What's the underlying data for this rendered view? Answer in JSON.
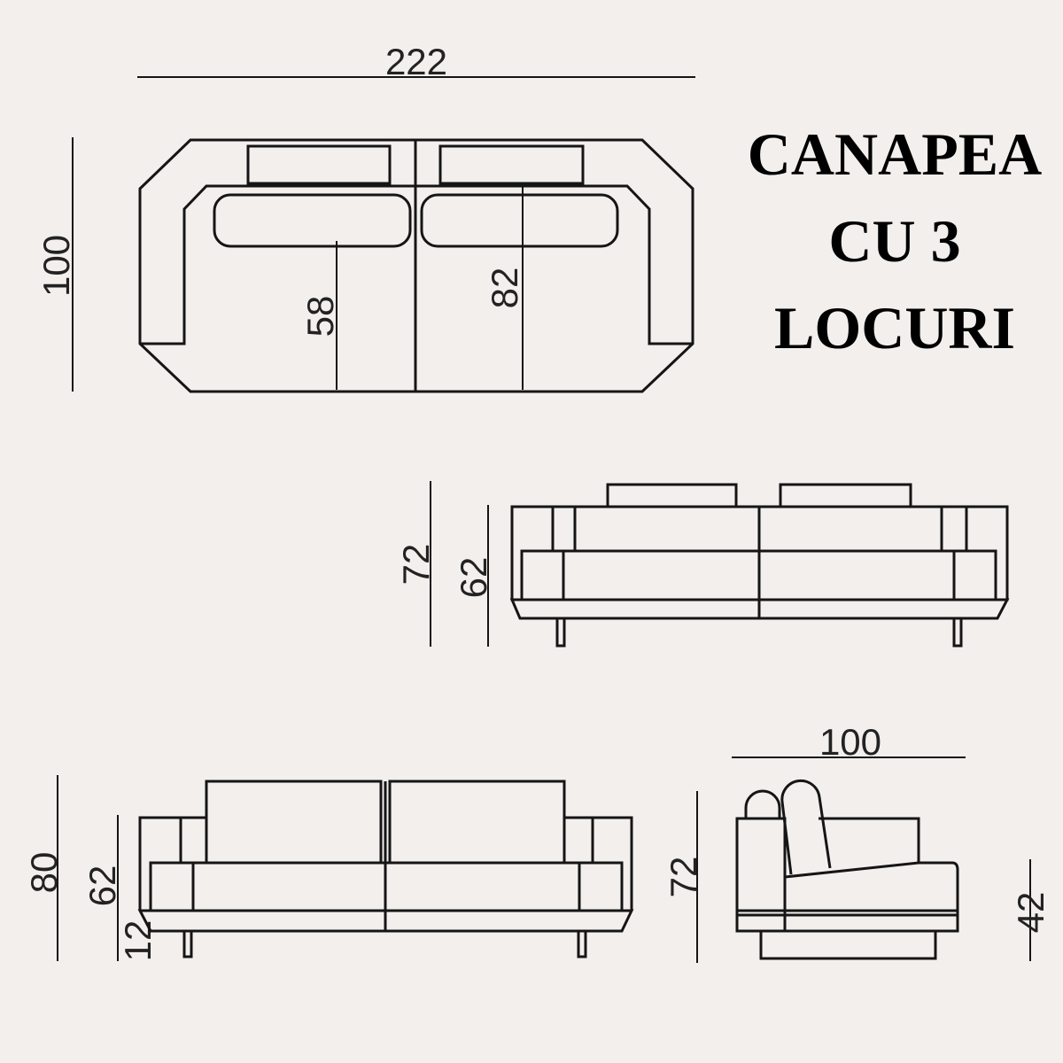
{
  "title": {
    "line1": "CANAPEA",
    "line2": "CU 3",
    "line3": "LOCURI"
  },
  "top_view": {
    "width": "222",
    "depth": "100",
    "seat_depth": "58",
    "inner_depth": "82"
  },
  "front_view": {
    "total_height": "72",
    "arm_height": "62"
  },
  "back_view": {
    "total_height": "80",
    "arm_height": "62",
    "leg_height": "12"
  },
  "side_view": {
    "depth": "100",
    "height": "72",
    "seat_height": "42"
  }
}
